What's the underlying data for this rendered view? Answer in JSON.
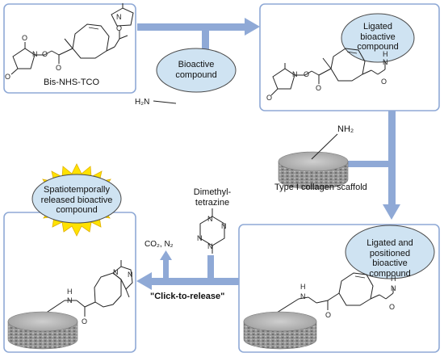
{
  "colors": {
    "arrow": "#8fa9d6",
    "box_border": "#8fa9d6",
    "ellipse_fill": "#cfe3f2",
    "ellipse_stroke": "#4a4a4a",
    "starburst": "#ffe200",
    "scaffold": "#9a9a9a"
  },
  "labels": {
    "bis_nhs_tco": "Bis-NHS-TCO",
    "bioactive_compound": "Bioactive compound",
    "ligated_bioactive_compound": "Ligated bioactive compound",
    "collagen_scaffold": "Type I collagen scaffold",
    "amine_nh2": "NH₂",
    "amine_h2n": "H₂N",
    "dimethyl_tetrazine": "Dimethyl-tetrazine",
    "ligated_positioned": "Ligated and positioned bioactive compound",
    "spatiotemporally_released": "Spatiotemporally released bioactive compound",
    "byproducts": "CO₂, N₂",
    "click_to_release": "\"Click-to-release\""
  },
  "atoms": {
    "o": "O",
    "n": "N",
    "h": "H"
  }
}
